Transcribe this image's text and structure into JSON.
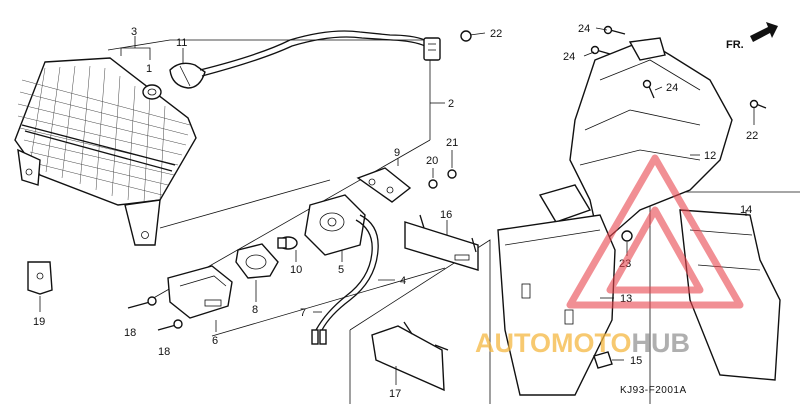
{
  "diagram": {
    "direction_label": "FR.",
    "figure_code": "KJ93-F2001A",
    "callouts": [
      {
        "id": "c1",
        "text": "1"
      },
      {
        "id": "c2",
        "text": "2"
      },
      {
        "id": "c3",
        "text": "3"
      },
      {
        "id": "c4",
        "text": "4"
      },
      {
        "id": "c5",
        "text": "5"
      },
      {
        "id": "c6",
        "text": "6"
      },
      {
        "id": "c7",
        "text": "7"
      },
      {
        "id": "c8",
        "text": "8"
      },
      {
        "id": "c9",
        "text": "9"
      },
      {
        "id": "c10",
        "text": "10"
      },
      {
        "id": "c11",
        "text": "11"
      },
      {
        "id": "c12",
        "text": "12"
      },
      {
        "id": "c13",
        "text": "13"
      },
      {
        "id": "c14",
        "text": "14"
      },
      {
        "id": "c15",
        "text": "15"
      },
      {
        "id": "c16",
        "text": "16"
      },
      {
        "id": "c17",
        "text": "17"
      },
      {
        "id": "c18a",
        "text": "18"
      },
      {
        "id": "c18b",
        "text": "18"
      },
      {
        "id": "c19",
        "text": "19"
      },
      {
        "id": "c20",
        "text": "20"
      },
      {
        "id": "c21",
        "text": "21"
      },
      {
        "id": "c22a",
        "text": "22"
      },
      {
        "id": "c22b",
        "text": "22"
      },
      {
        "id": "c23",
        "text": "23"
      },
      {
        "id": "c24a",
        "text": "24"
      },
      {
        "id": "c24b",
        "text": "24"
      },
      {
        "id": "c24c",
        "text": "24"
      }
    ]
  },
  "watermark": {
    "part1": "AUTOMOTO",
    "part2": "HUB",
    "color_primary": "#f4b740",
    "color_secondary": "#9b9b9b",
    "logo_color": "#e8454d"
  }
}
